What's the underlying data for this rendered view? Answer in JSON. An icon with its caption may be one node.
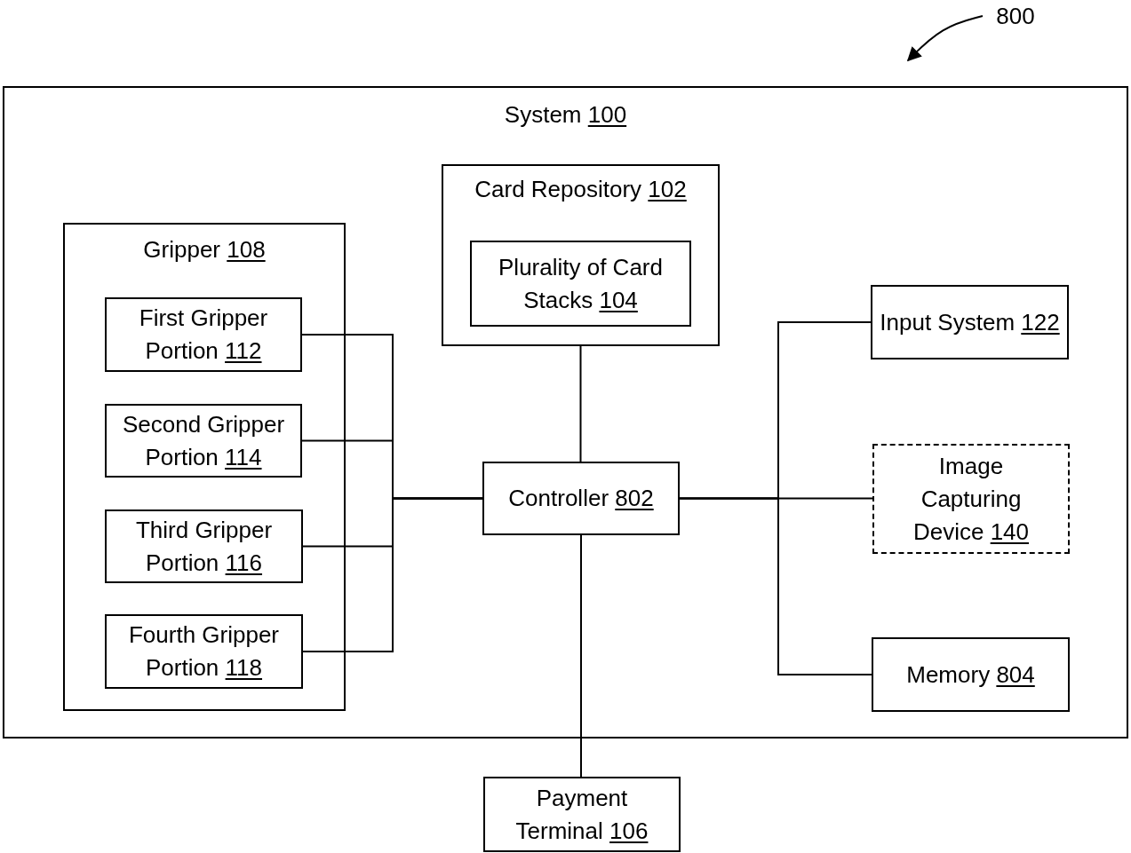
{
  "diagram": {
    "nodes": [
      {
        "text": [
          "System",
          "100"
        ]
      },
      {
        "text": [
          "Card Repository",
          "102"
        ],
        "in": 0
      },
      {
        "text": [
          "Plurality of Card Stacks",
          "104"
        ],
        "in": 1
      },
      {
        "text": [
          "Gripper",
          "108"
        ],
        "in": 0
      },
      {
        "text": [
          "First Gripper Portion",
          "112"
        ],
        "in": 3
      },
      {
        "text": [
          "Second Gripper Portion",
          "114"
        ],
        "in": 3
      },
      {
        "text": [
          "Third Gripper Portion",
          "116"
        ],
        "in": 3
      },
      {
        "text": [
          "Fourth Gripper Portion",
          "118"
        ],
        "in": 3
      },
      {
        "text": [
          "Controller",
          "802"
        ],
        "in": 0
      },
      {
        "text": [
          "Input System",
          "122"
        ],
        "in": 0
      },
      {
        "text": [
          "Image Capturing Device",
          "140"
        ],
        "in": 0
      },
      {
        "text": [
          "Memory",
          "804"
        ],
        "in": 0
      },
      {
        "text": [
          "Payment Terminal",
          "106"
        ]
      },
      {
        "text": [
          "800"
        ]
      }
    ],
    "edges": [
      {
        "from": 4,
        "to": 8,
        "arrow": "none"
      },
      {
        "from": 5,
        "to": 8,
        "arrow": "none"
      },
      {
        "from": 6,
        "to": 8,
        "arrow": "none"
      },
      {
        "from": 7,
        "to": 8,
        "arrow": "none"
      },
      {
        "from": 1,
        "to": 8,
        "arrow": "none"
      },
      {
        "from": 8,
        "to": 9,
        "arrow": "none"
      },
      {
        "from": 8,
        "to": 10,
        "arrow": "none"
      },
      {
        "from": 8,
        "to": 11,
        "arrow": "none"
      },
      {
        "from": 8,
        "to": 12,
        "arrow": "none"
      },
      {
        "from": 13,
        "to": 0,
        "arrow": "to"
      }
    ]
  }
}
